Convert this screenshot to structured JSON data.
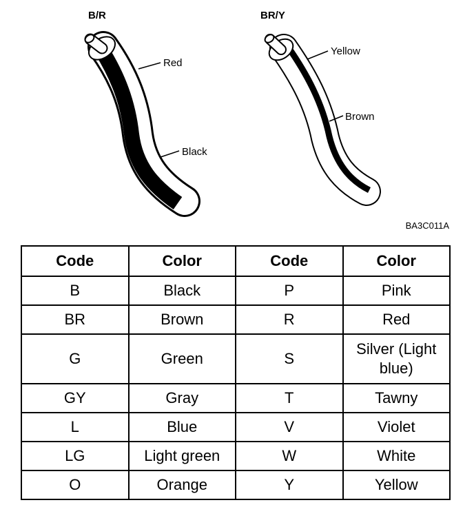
{
  "figure": {
    "wire1": {
      "code": "B/R",
      "labels": [
        "Red",
        "Black"
      ]
    },
    "wire2": {
      "code": "BR/Y",
      "labels": [
        "Yellow",
        "Brown"
      ]
    },
    "figure_code": "BA3C011A"
  },
  "table": {
    "headers": [
      "Code",
      "Color",
      "Code",
      "Color"
    ],
    "rows": [
      [
        "B",
        "Black",
        "P",
        "Pink"
      ],
      [
        "BR",
        "Brown",
        "R",
        "Red"
      ],
      [
        "G",
        "Green",
        "S",
        "Silver (Light blue)"
      ],
      [
        "GY",
        "Gray",
        "T",
        "Tawny"
      ],
      [
        "L",
        "Blue",
        "V",
        "Violet"
      ],
      [
        "LG",
        "Light green",
        "W",
        "White"
      ],
      [
        "O",
        "Orange",
        "Y",
        "Yellow"
      ]
    ]
  }
}
